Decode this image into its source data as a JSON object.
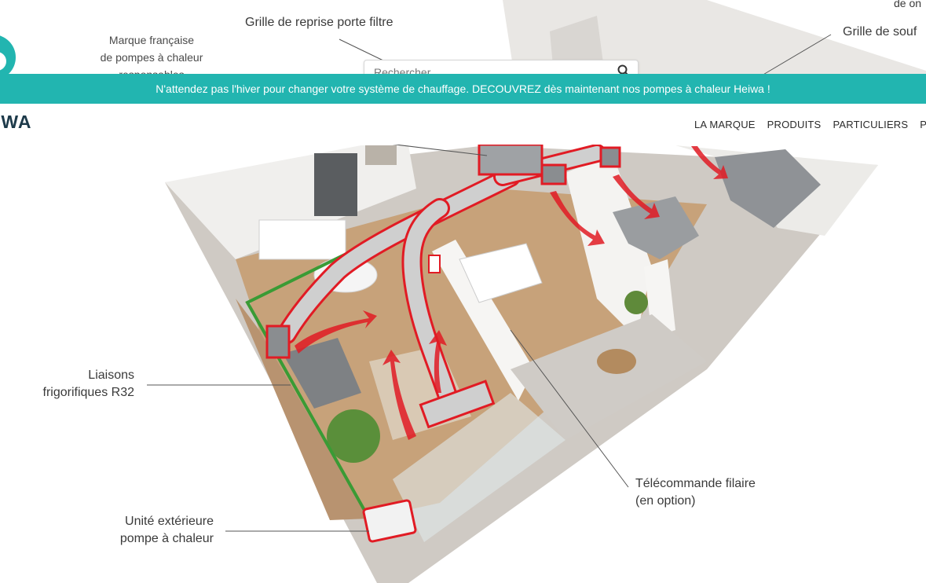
{
  "header": {
    "logo_text": "IWA",
    "tagline_lines": [
      "Marque française",
      "de pompes à chaleur",
      "responsables"
    ],
    "search_placeholder": "Rechercher"
  },
  "promo_banner": {
    "text": "N'attendez pas l'hiver pour changer votre système de chauffage. DECOUVREZ dès maintenant nos pompes à chaleur Heiwa !"
  },
  "nav": {
    "items": [
      {
        "label": "LA MARQUE"
      },
      {
        "label": "PRODUITS"
      },
      {
        "label": "PARTICULIERS"
      },
      {
        "label": "P"
      }
    ]
  },
  "diagram": {
    "callouts": {
      "return_grille": "Grille de reprise porte filtre",
      "supply_grille": "Grille de souf",
      "top_right_fragment": "de on",
      "refrigerant_lines": [
        "Liaisons",
        "frigorifiques R32"
      ],
      "outdoor_unit": [
        "Unité extérieure",
        "pompe à chaleur"
      ],
      "remote": [
        "Télécommande filaire",
        "(en option)"
      ]
    }
  },
  "colors": {
    "brand_teal": "#22b5b0",
    "duct_red": "#e11b24",
    "line_green": "#3a9b35",
    "text_dark": "#3a3a3a"
  }
}
